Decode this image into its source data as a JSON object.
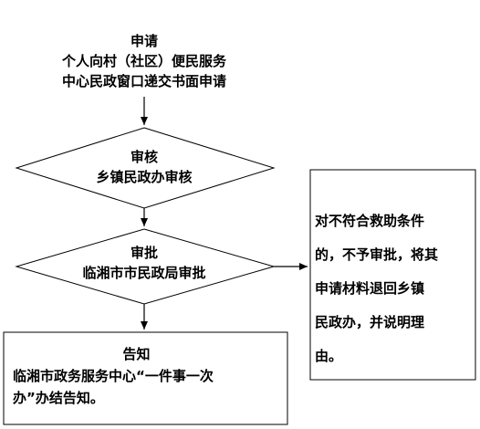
{
  "step_apply": {
    "title": "申请",
    "line1": "个人向村（社区）便民服务",
    "line2": "中心民政窗口递交书面申请"
  },
  "step_review": {
    "title": "审核",
    "line1": "乡镇民政办审核"
  },
  "step_approve": {
    "title": "审批",
    "line1": "临湘市市民政局审批"
  },
  "step_notify": {
    "title": "告知",
    "line1": "临湘市政务服务中心“一件事一次",
    "line2": "办”办结告知。"
  },
  "rejection_note": {
    "line1": "对不符合救助条件",
    "line2": "的，不予审批，将其",
    "line3": "申请材料退回乡镇",
    "line4": "民政办，并说明理",
    "line5": "由。"
  }
}
